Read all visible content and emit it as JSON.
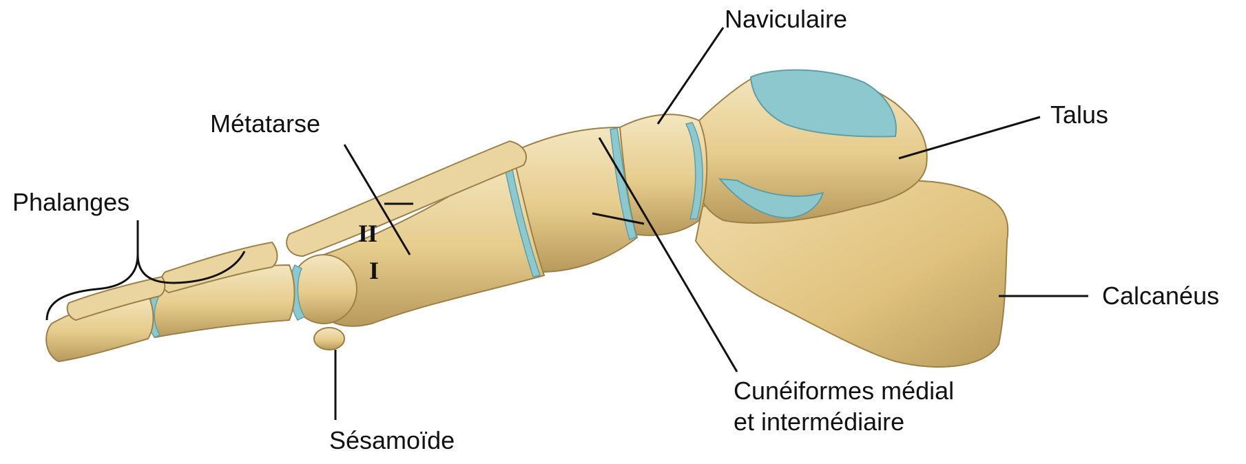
{
  "labels": {
    "naviculaire": "Naviculaire",
    "talus": "Talus",
    "metatarse": "Métatarse",
    "phalanges": "Phalanges",
    "calcaneus": "Calcanéus",
    "cuneiformes_line1": "Cunéiformes médial",
    "cuneiformes_line2": "et intermédiaire",
    "sesamoide": "Sésamoïde",
    "roman_ii": "II",
    "roman_i": "I"
  },
  "colors": {
    "bone": "#e6cc8c",
    "bone_light": "#f4e6c0",
    "bone_shadow": "#b89a5c",
    "cartilage": "#8ec8cf",
    "line": "#111111",
    "text": "#111111"
  }
}
